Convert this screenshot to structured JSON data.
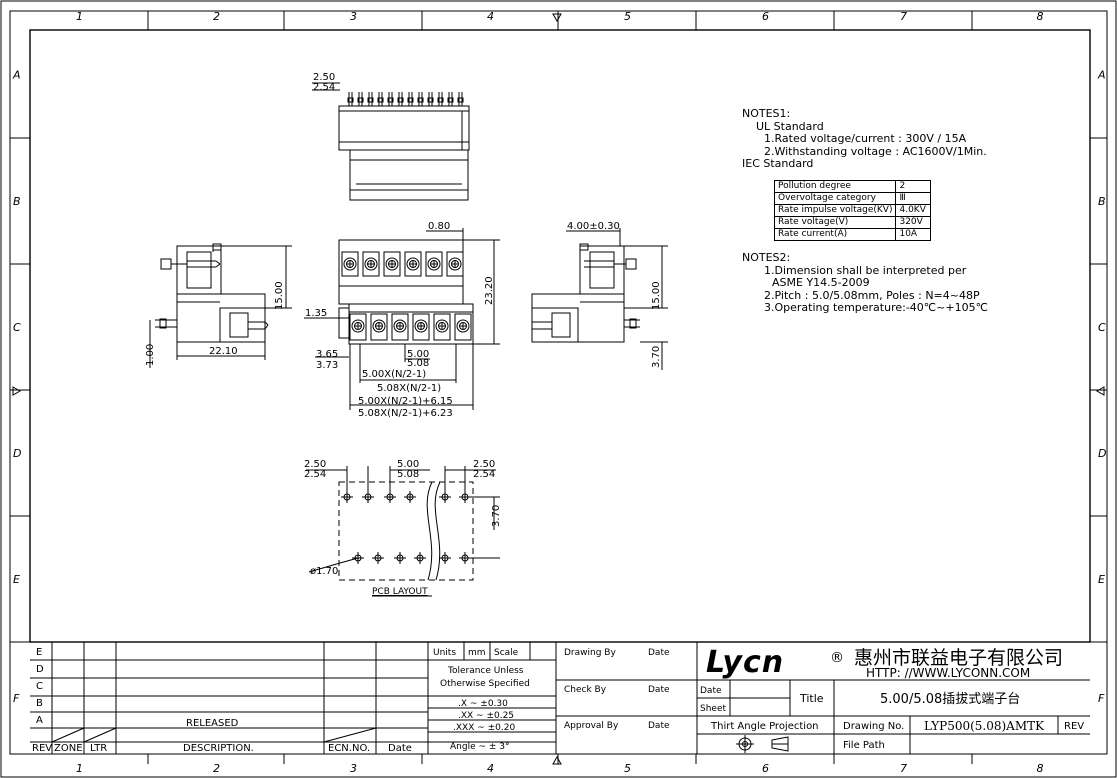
{
  "zones": {
    "columns": [
      "1",
      "2",
      "3",
      "4",
      "5",
      "6",
      "7",
      "8"
    ],
    "rows": [
      "A",
      "B",
      "C",
      "D",
      "E",
      "F"
    ]
  },
  "dims": {
    "top_pitch_a": "2.50",
    "top_pitch_b": "2.54",
    "side_height": "15.00",
    "side_offset": "1.00",
    "side_width": "22.10",
    "front_top": "0.80",
    "front_height": "23.20",
    "front_left": "1.35",
    "front_offset_a": "3.65",
    "front_offset_b": "3.73",
    "pitch_a": "5.00",
    "pitch_b": "5.08",
    "len_a": "5.00X(N/2-1)",
    "len_b": "5.08X(N/2-1)",
    "total_a": "5.00X(N/2-1)+6.15",
    "total_b": "5.08X(N/2-1)+6.23",
    "right_top": "4.00±0.30",
    "right_height": "15.00",
    "right_bottom": "3.70",
    "pcb_left_a": "2.50",
    "pcb_left_b": "2.54",
    "pcb_pitch_a": "5.00",
    "pcb_pitch_b": "5.08",
    "pcb_right_a": "2.50",
    "pcb_right_b": "2.54",
    "pcb_row": "3.70",
    "pcb_hole": "ø1.70",
    "pcb_label": "PCB LAYOUT"
  },
  "notes": {
    "title1": "NOTES1:",
    "ul": "UL Standard",
    "n1": "1.Rated voltage/current : 300V / 15A",
    "n2": "2.Withstanding voltage : AC1600V/1Min.",
    "iec": "IEC Standard",
    "table": [
      {
        "label": "Pollution degree",
        "value": "2"
      },
      {
        "label": "Overvoltage category",
        "value": "Ⅲ"
      },
      {
        "label": "Rate impulse voltage(KV)",
        "value": "4.0KV"
      },
      {
        "label": "Rate voltage(V)",
        "value": "320V"
      },
      {
        "label": "Rate current(A)",
        "value": "10A"
      }
    ],
    "title2": "NOTES2:",
    "m1": "1.Dimension shall be interpreted per",
    "m1b": "ASME Y14.5-2009",
    "m2": "2.Pitch : 5.0/5.08mm, Poles : N=4~48P",
    "m3": "3.Operating temperature:-40℃~+105℃"
  },
  "titleblock": {
    "rev_rows": [
      "E",
      "D",
      "C",
      "B",
      "A"
    ],
    "released": "RELEASED",
    "rev": "REV",
    "zone": "ZONE",
    "ltr": "LTR",
    "description": "DESCRIPTION.",
    "ecn": "ECN.NO.",
    "date": "Date",
    "units": "Units",
    "mm": "mm",
    "scale": "Scale",
    "tol1": "Tolerance Unless",
    "tol2": "Otherwise Specified",
    "tol_x": ".X ~ ±0.30",
    "tol_xx": ".XX ~ ±0.25",
    "tol_xxx": ".XXX ~ ±0.20",
    "tol_angle": "Angle ~ ± 3°",
    "drawing_by": "Drawing By",
    "check_by": "Check By",
    "approval_by": "Approval By",
    "logo": "Lycn",
    "registered": "®",
    "company": "惠州市联益电子有限公司",
    "website": "HTTP: //WWW.LYCONN.COM",
    "date_label": "Date",
    "sheet_label": "Sheet",
    "title_label": "Title",
    "title_value": "5.00/5.08插拔式端子台",
    "projection": "Thirt Angle Projection",
    "drawing_no_label": "Drawing No.",
    "drawing_no": "LYP500(5.08)AMTK",
    "rev_label": "REV",
    "file_path": "File Path"
  }
}
